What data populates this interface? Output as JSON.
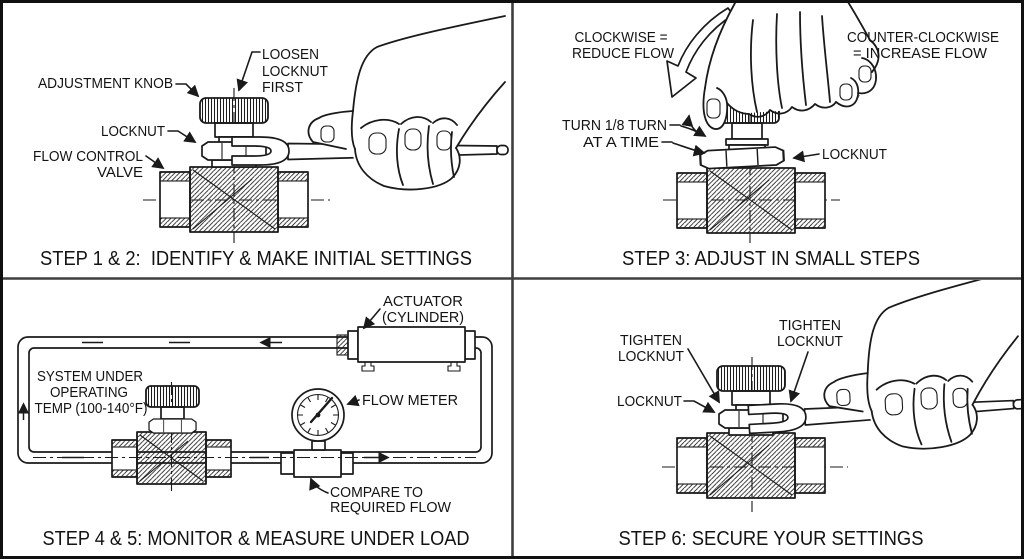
{
  "colors": {
    "ink": "#1a1a1a",
    "paper": "#ffffff",
    "divider": "#3f3f3f"
  },
  "panels": {
    "step12": {
      "caption": "STEP 1 & 2:  IDENTIFY & MAKE INITIAL SETTINGS",
      "labels": {
        "loosen_locknut_first": [
          "LOOSEN",
          "LOCKNUT",
          "FIRST"
        ],
        "adjustment_knob": "ADJUSTMENT KNOB",
        "locknut": "LOCKNUT",
        "flow_control_valve": [
          "FLOW CONTROL",
          "VALVE"
        ]
      }
    },
    "step3": {
      "caption": "STEP 3: ADJUST IN SMALL STEPS",
      "labels": {
        "clockwise": [
          "CLOCKWISE =",
          "REDUCE FLOW"
        ],
        "counter_clockwise": [
          "COUNTER-CLOCKWISE",
          "= INCREASE FLOW"
        ],
        "turn_amount": [
          "TURN 1/8 TURN",
          "AT A TIME"
        ],
        "locknut": "LOCKNUT"
      }
    },
    "step45": {
      "caption": "STEP 4 & 5: MONITOR & MEASURE UNDER LOAD",
      "labels": {
        "actuator": [
          "ACTUATOR",
          "(CYLINDER)"
        ],
        "system_temp": [
          "SYSTEM UNDER",
          "OPERATING",
          "TEMP (100-140°F)"
        ],
        "flow_meter": "FLOW METER",
        "compare": [
          "COMPARE TO",
          "REQUIRED FLOW"
        ]
      }
    },
    "step6": {
      "caption": "STEP 6: SECURE YOUR SETTINGS",
      "labels": {
        "tighten_locknut_left": [
          "TIGHTEN",
          "LOCKNUT"
        ],
        "tighten_locknut_right": [
          "TIGHTEN",
          "LOCKNUT"
        ],
        "locknut": "LOCKNUT"
      }
    }
  }
}
